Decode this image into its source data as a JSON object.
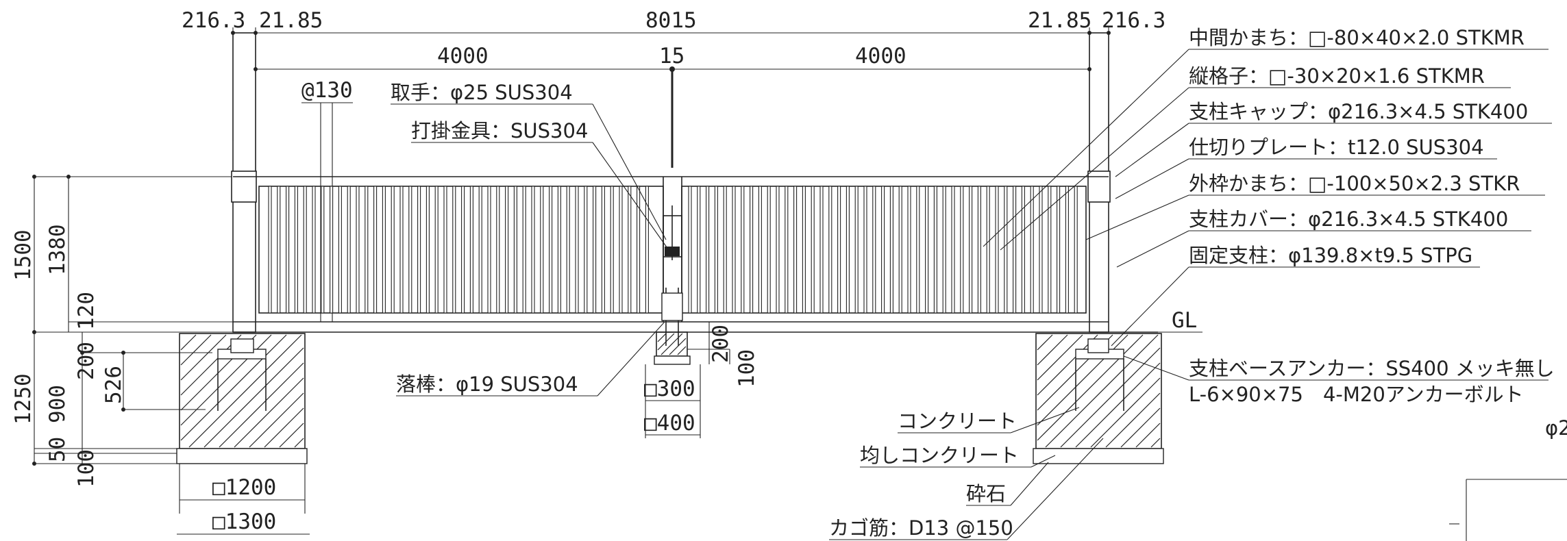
{
  "dimensions": {
    "top_left_post": "216.3",
    "top_left_gap": "21.85",
    "top_overall": "8015",
    "top_right_gap": "21.85",
    "top_right_post": "216.3",
    "left_panel": "4000",
    "center_gap": "15",
    "right_panel": "4000",
    "bar_pitch": "@130",
    "height_total": "1500",
    "height_panel": "1380",
    "height_bottom": "120",
    "depth_total": "1250",
    "depth_200": "200",
    "depth_526": "526",
    "depth_900": "900",
    "depth_50": "50",
    "depth_100": "100",
    "footing_inner": "□1200",
    "footing_outer": "□1300",
    "drop_depth": "200",
    "drop_offset": "100",
    "drop_inner": "□300",
    "drop_outer": "□400"
  },
  "labels": {
    "gl": "GL",
    "handle": "取手：φ25 SUS304",
    "latch": "打掛金具：SUS304",
    "drop_rod": "落棒：φ19 SUS304",
    "mid_frame": "中間かまち：□-80×40×2.0 STKMR",
    "vertical_bars": "縦格子：□-30×20×1.6 STKMR",
    "post_cap": "支柱キャップ：φ216.3×4.5 STK400",
    "partition_plate": "仕切りプレート：t12.0 SUS304",
    "outer_frame": "外枠かまち：□-100×50×2.3 STKR",
    "post_cover": "支柱カバー：φ216.3×4.5 STK400",
    "fixed_post": "固定支柱：φ139.8×t9.5 STPG",
    "base_anchor_1": "支柱ベースアンカー：SS400 メッキ無し",
    "base_anchor_2": "L-6×90×75　4-M20アンカーボルト",
    "concrete": "コンクリート",
    "leveling_concrete": "均しコンクリート",
    "crushed_stone": "砕石",
    "rebar_cage": "カゴ筋：D13 @150",
    "clipped_text": "φ2"
  }
}
